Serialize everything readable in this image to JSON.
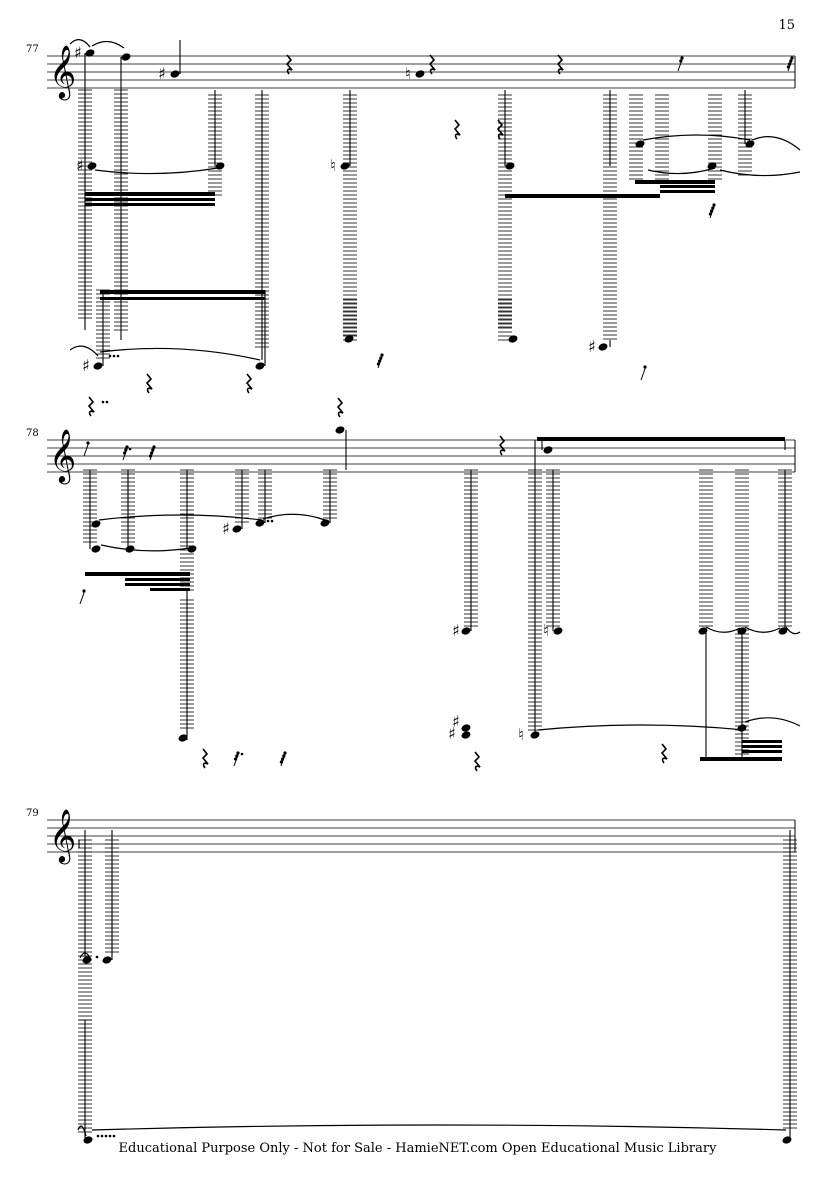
{
  "page": {
    "number": "15",
    "footer": "Educational Purpose Only - Not for Sale - HamieNET.com Open Educational Music Library"
  },
  "score": {
    "clef": "treble",
    "systems": [
      {
        "measure": "77"
      },
      {
        "measure": "78"
      },
      {
        "measure": "79"
      }
    ],
    "symbols": {
      "sharp": "♯",
      "natural": "♮",
      "clef": "𝄞"
    }
  }
}
